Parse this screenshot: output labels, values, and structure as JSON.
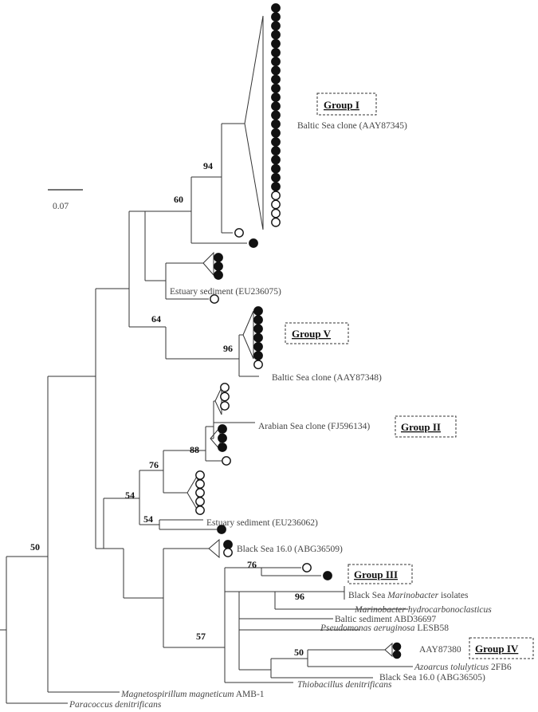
{
  "scale": {
    "label": "0.07"
  },
  "groups": {
    "g1": "Group I",
    "g2": "Group II",
    "g3": "Group III",
    "g4": "Group IV",
    "g5": "Group V"
  },
  "bootstrap": {
    "b94": "94",
    "b60": "60",
    "b64": "64",
    "b96a": "96",
    "b88": "88",
    "b76a": "76",
    "b54a": "54",
    "b54b": "54",
    "b50a": "50",
    "b76b": "76",
    "b96b": "96",
    "b57": "57",
    "b50b": "50"
  },
  "taxa": {
    "baltic1": "Baltic Sea clone (AAY87345)",
    "estuary1": "Estuary sediment (EU236075)",
    "baltic2": "Baltic Sea clone (AAY87348)",
    "arabian": "Arabian Sea clone (FJ596134)",
    "estuary2": "Estuary sediment (EU236062)",
    "blacksea1": "Black Sea 16.0 (ABG36509)",
    "marinobacter_pre": "Black Sea ",
    "marinobacter_it": "Marinobacter",
    "marinobacter_post": " isolates",
    "marhydro": "Marinobacter hydrocarbonoclasticus",
    "balticsed": "Baltic sediment ABD36697",
    "pseudo_it": "Pseudomonas aeruginosa",
    "pseudo_post": " LESB58",
    "aay80": "AAY87380",
    "azoarcus_it": "Azoarcus tolulyticus",
    "azoarcus_post": " 2FB6",
    "blacksea2": "Black Sea 16.0 (ABG36505)",
    "thiobac": "Thiobacillus denitrificans",
    "magneto_it": "Magnetospirillum magneticum",
    "magneto_post": " AMB-1",
    "paracoccus": "Paracoccus denitrificans"
  },
  "markers": {
    "group1": [
      1,
      1,
      1,
      1,
      1,
      1,
      1,
      1,
      1,
      1,
      1,
      1,
      1,
      1,
      1,
      1,
      1,
      1,
      1,
      1,
      1,
      0,
      0,
      0,
      0
    ],
    "group5": [
      1,
      1,
      1,
      1,
      1,
      1,
      0
    ],
    "g2a": [
      0,
      0,
      0
    ],
    "g2b": [
      1,
      1,
      1
    ],
    "g2c": [
      0,
      0,
      0,
      0,
      0
    ],
    "bs1": [
      1,
      0
    ]
  }
}
